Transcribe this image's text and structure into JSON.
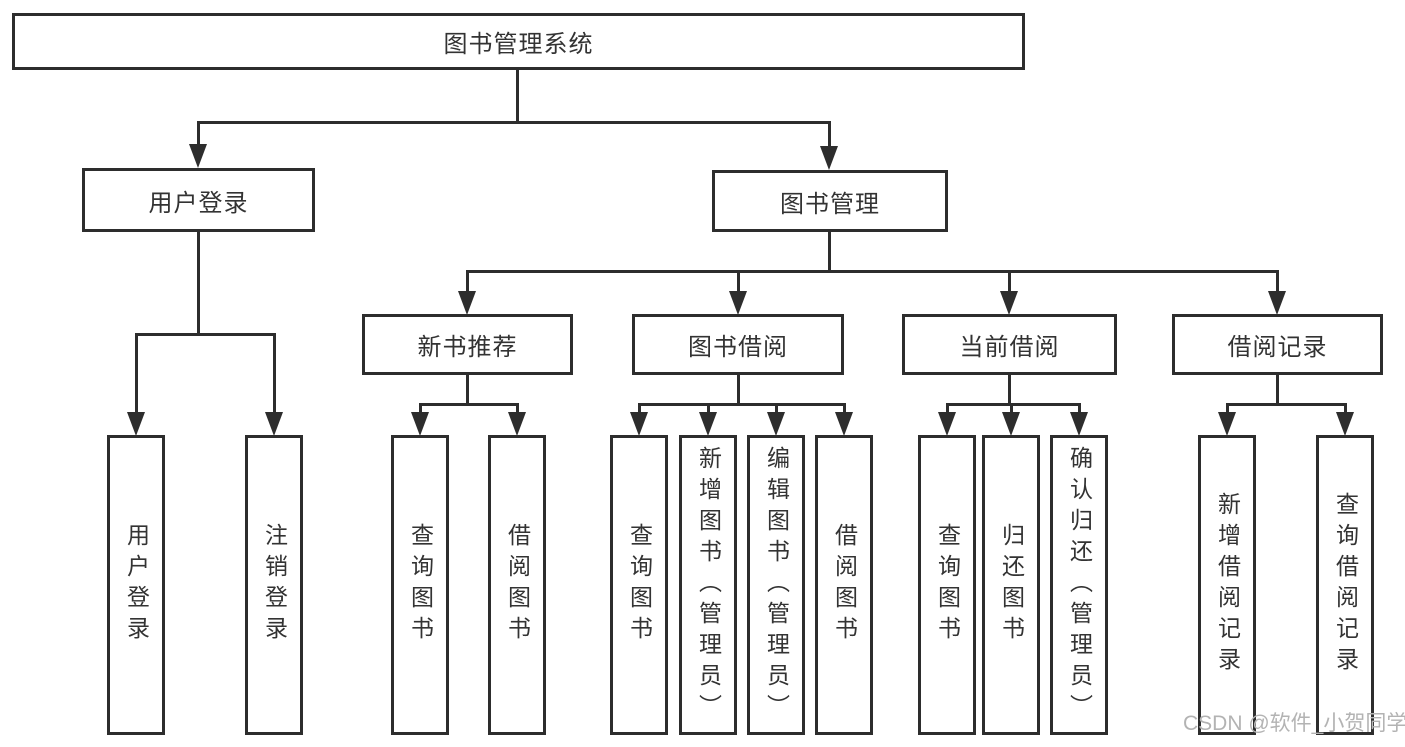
{
  "colors": {
    "line": "#2d2d2d",
    "text": "#333333",
    "watermark": "#b3b3b3",
    "background": "#ffffff"
  },
  "watermark": {
    "text": "CSDN @软件_小贺同学"
  },
  "tree": {
    "root": {
      "label": "图书管理系统",
      "children": [
        {
          "label": "用户登录",
          "children": [
            {
              "label": "用户登录"
            },
            {
              "label": "注销登录"
            }
          ]
        },
        {
          "label": "图书管理",
          "children": [
            {
              "label": "新书推荐",
              "children": [
                {
                  "label": "查询图书"
                },
                {
                  "label": "借阅图书"
                }
              ]
            },
            {
              "label": "图书借阅",
              "children": [
                {
                  "label": "查询图书"
                },
                {
                  "label": "新增图书（管理员）"
                },
                {
                  "label": "编辑图书（管理员）"
                },
                {
                  "label": "借阅图书"
                }
              ]
            },
            {
              "label": "当前借阅",
              "children": [
                {
                  "label": "查询图书"
                },
                {
                  "label": "归还图书"
                },
                {
                  "label": "确认归还（管理员）"
                }
              ]
            },
            {
              "label": "借阅记录",
              "children": [
                {
                  "label": "新增借阅记录"
                },
                {
                  "label": "查询借阅记录"
                }
              ]
            }
          ]
        }
      ]
    }
  }
}
